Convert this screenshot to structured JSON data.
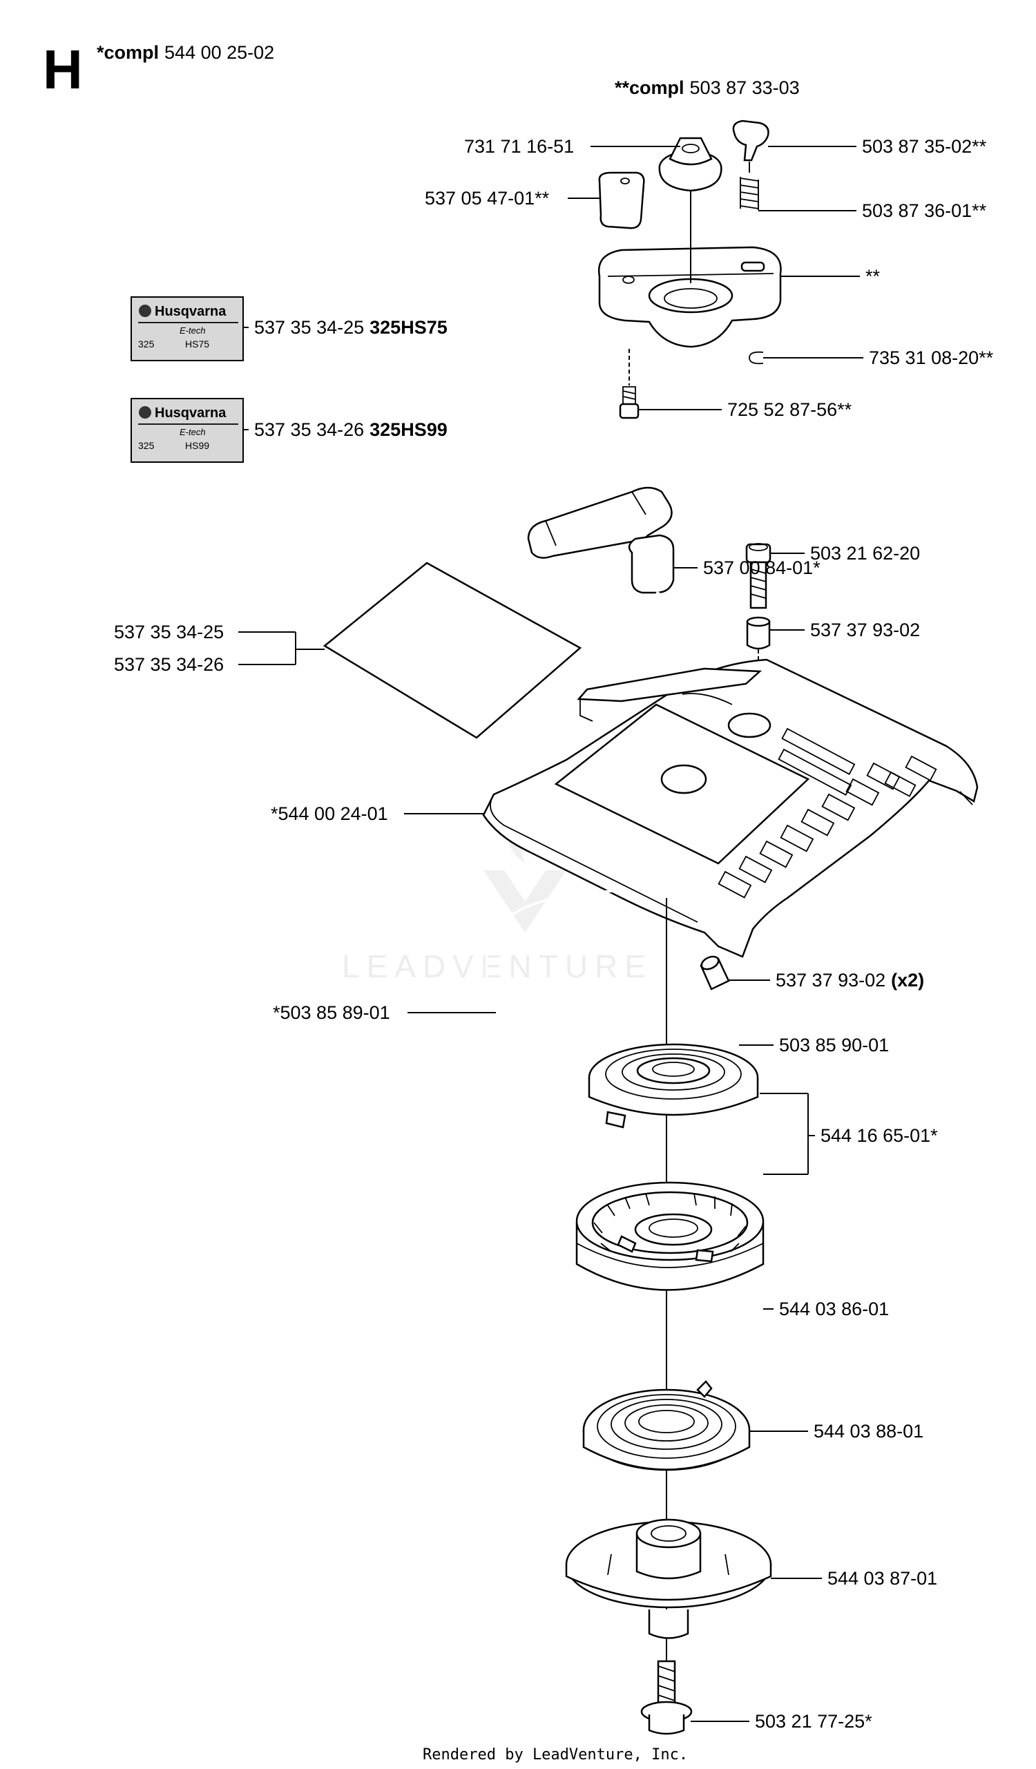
{
  "section_letter": "H",
  "assembly_main": {
    "prefix": "*compl",
    "number": "544 00 25-02"
  },
  "assembly_sub": {
    "prefix": "**compl",
    "number": "503 87 33-03"
  },
  "decals": [
    {
      "brand": "Husqvarna",
      "line": "E-tech",
      "model": "325",
      "code": "HS75",
      "part": "537 35 34-25",
      "variant": "325HS75"
    },
    {
      "brand": "Husqvarna",
      "line": "E-tech",
      "model": "325",
      "code": "HS99",
      "part": "537 35 34-26",
      "variant": "325HS99"
    }
  ],
  "labels": {
    "nut": "731 71 16-51",
    "knob": "503 87 35-02**",
    "spring_small": "503 87 36-01**",
    "pad": "537 05 47-01**",
    "housing_top": "**",
    "clip": "735 31 08-20**",
    "screw_small": "725 52 87-56**",
    "handle": "537 00 84-01*",
    "screw_top": "503 21 62-20",
    "bushing_top": "537 37 93-02",
    "decal_a": "537 35 34-25",
    "decal_b": "537 35 34-26",
    "cover": "*544 00 24-01",
    "bushing_x2": "537 37 93-02",
    "bushing_x2_qty": "(x2)",
    "rope": "*503 85 89-01",
    "spring_cassette": "503 85 90-01",
    "pulley_kit": "544 16 65-01*",
    "pulley": "544 03 86-01",
    "spring_main": "544 03 88-01",
    "hub": "544 03 87-01",
    "screw_bottom": "503 21 77-25*"
  },
  "watermark": "LEADVENTURE",
  "footer": "Rendered by LeadVenture, Inc."
}
